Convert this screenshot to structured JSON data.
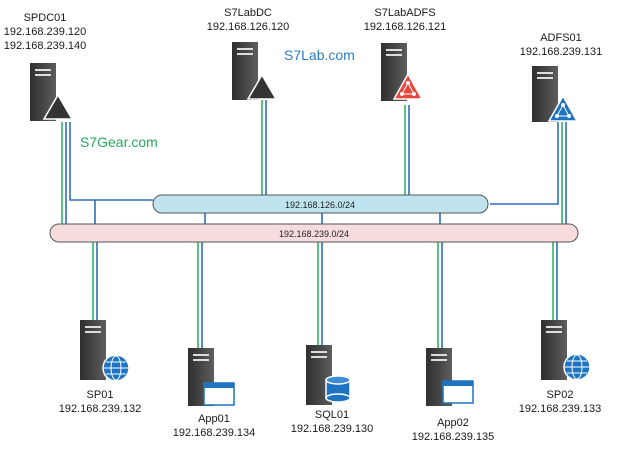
{
  "colors": {
    "server_dark": "#3b3b3b",
    "server_light": "#5a5a5a",
    "net_blue_fill": "#bfe3ef",
    "net_pink_fill": "#f6dcdc",
    "link_green": "#2fb36b",
    "link_blue": "#2e6fb5",
    "domain_blue": "#2e7fbf",
    "domain_green": "#27a85a",
    "adfs_red": "#e8473c",
    "adfs_blue": "#1e74c0",
    "db_blue": "#1e74c0"
  },
  "networks": {
    "network_126": "192.168.126.0/24",
    "network_239": "192.168.239.0/24"
  },
  "domains": {
    "s7lab": "S7Lab.com",
    "s7gear": "S7Gear.com"
  },
  "servers": {
    "spdc01": {
      "name": "SPDC01",
      "ip1": "192.168.239.120",
      "ip2": "192.168.239.140",
      "badge": "dc-triangle-icon"
    },
    "s7labdc": {
      "name": "S7LabDC",
      "ip1": "192.168.126.120",
      "badge": "dc-triangle-icon"
    },
    "s7labadfs": {
      "name": "S7LabADFS",
      "ip1": "192.168.126.121",
      "badge": "adfs-icon"
    },
    "adfs01": {
      "name": "ADFS01",
      "ip1": "192.168.239.131",
      "badge": "adfs-icon"
    },
    "sp01": {
      "name": "SP01",
      "ip1": "192.168.239.132",
      "badge": "globe-icon"
    },
    "app01": {
      "name": "App01",
      "ip1": "192.168.239.134",
      "badge": "app-window-icon"
    },
    "sql01": {
      "name": "SQL01",
      "ip1": "192.168.239.130",
      "badge": "database-icon"
    },
    "app02": {
      "name": "App02",
      "ip1": "192.168.239.135",
      "badge": "app-window-icon"
    },
    "sp02": {
      "name": "SP02",
      "ip1": "192.168.239.133",
      "badge": "globe-icon"
    }
  }
}
